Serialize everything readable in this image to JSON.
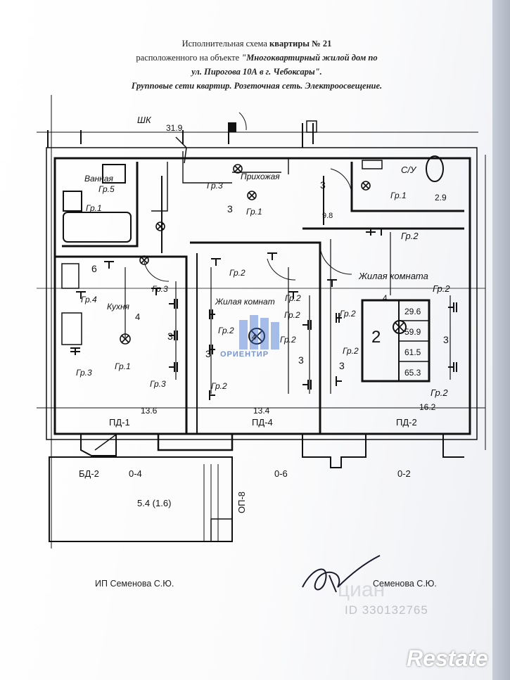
{
  "document": {
    "title_prefix": "Исполнительная схема",
    "title_bold": "квартиры № 21",
    "line2_prefix": "расположенного на объекте",
    "line2_italic": "\"Многоквартирный жилой дом по",
    "line3": "ул. Пирогова 10А в г. Чебоксары\".",
    "line4": "Групповые сети квартир. Розеточная сеть. Электроосвещение."
  },
  "plan": {
    "shk": "ШК",
    "shk_value": "31.9",
    "rooms": {
      "bath": "Ванная",
      "hall": "Прихожая",
      "wc": "С/У",
      "wc_area": "2.9",
      "kitchen": "Кухня",
      "living1": "Жилая комнат",
      "living2": "Жилая комната"
    },
    "groups": {
      "g1": "Гр.1",
      "g2": "Гр.2",
      "g3": "Гр.3",
      "g4": "Гр.4",
      "g5": "Гр.5"
    },
    "numbers": {
      "n3": "3",
      "n4": "4",
      "n6": "6",
      "n98": "9.8",
      "kitchen_area": "13.6",
      "living1_area": "13.4",
      "living2_area": "16.2",
      "n2": "2"
    },
    "windows": {
      "pd1": "ПД-1",
      "pd4": "ПД-4",
      "pd2": "ПД-2",
      "bd2": "БД-2",
      "o4": "0-4",
      "o6": "0-6",
      "o2": "0-2",
      "op8": "ОП-8"
    },
    "balcony_area": "5.4  (1.6)",
    "table": [
      "29.6",
      "59.9",
      "61.5",
      "65.3"
    ]
  },
  "signatures": {
    "left": "ИП Семенова С.Ю.",
    "right": "Семенова С.Ю."
  },
  "watermarks": {
    "id": "ID 330132765",
    "cian": "циан",
    "restate": "Restate",
    "orient": "ОРИЕНТИР"
  }
}
